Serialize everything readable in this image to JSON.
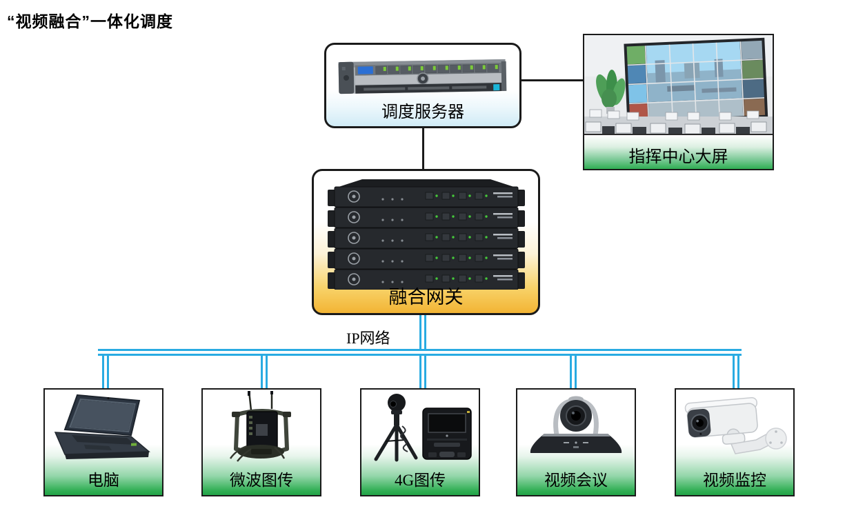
{
  "title": "“视频融合”一体化调度",
  "nodes": {
    "server": {
      "label": "调度服务器",
      "icon": "rack-server-icon"
    },
    "command_center": {
      "label": "指挥中心大屏",
      "icon": "command-center-photo"
    },
    "gateway": {
      "label": "融合网关",
      "icon": "gateway-rack-stack-icon"
    },
    "network": {
      "label": "IP网络"
    }
  },
  "devices": [
    {
      "label": "电脑",
      "icon": "laptop-icon"
    },
    {
      "label": "微波图传",
      "icon": "microwave-transmitter-icon"
    },
    {
      "label": "4G图传",
      "icon": "4g-transmitter-icon"
    },
    {
      "label": "视频会议",
      "icon": "video-conference-camera-icon"
    },
    {
      "label": "视频监控",
      "icon": "cctv-camera-icon"
    }
  ],
  "colors": {
    "bus_cyan": "#29abe2",
    "connector_black": "#1a1a1a",
    "label_green": "#2fae53",
    "gateway_orange": "#f2b434",
    "server_blue_tint": "#d0ebf6"
  }
}
